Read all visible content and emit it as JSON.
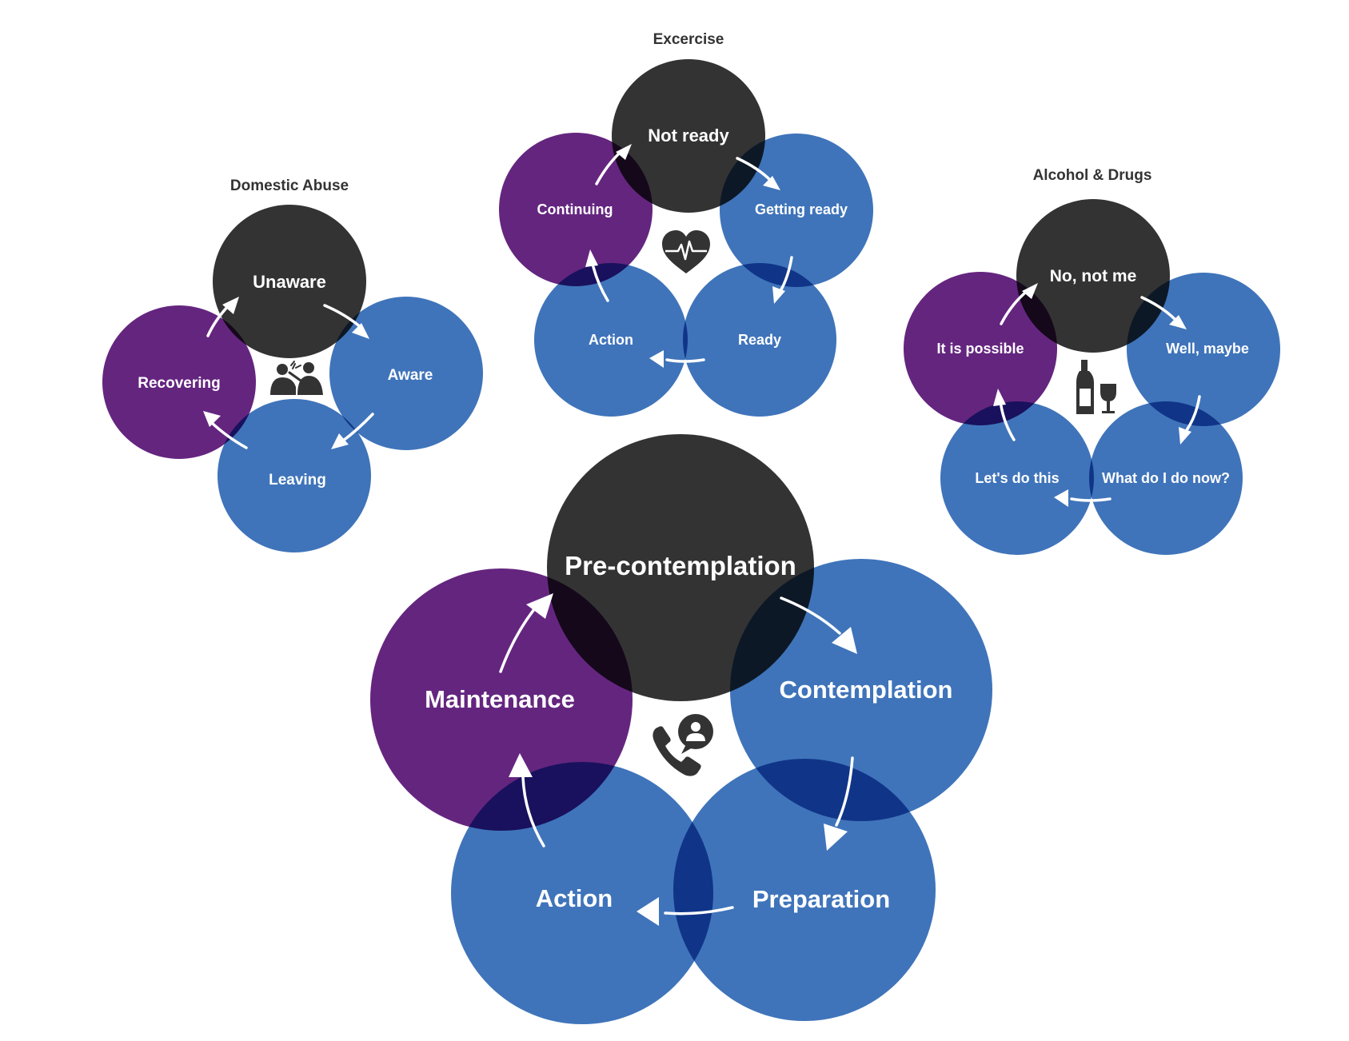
{
  "colors": {
    "precontemplation": "#333333",
    "maintenance": "#64257f",
    "stage": "#3f74ba",
    "icon": "#333333",
    "arrow": "#ffffff"
  },
  "cycles": [
    {
      "id": "domestic-abuse",
      "title": "Domestic Abuse",
      "icon": "argument-people-icon",
      "stages": [
        "Unaware",
        "Aware",
        "Leaving",
        "Recovering"
      ]
    },
    {
      "id": "exercise",
      "title": "Excercise",
      "icon": "heartbeat-icon",
      "stages": [
        "Not ready",
        "Getting ready",
        "Ready",
        "Action",
        "Continuing"
      ]
    },
    {
      "id": "alcohol-drugs",
      "title": "Alcohol & Drugs",
      "icon": "bottle-and-glass-icon",
      "stages": [
        "No, not me",
        "Well, maybe",
        "What do I do now?",
        "Let's do this",
        "It is possible"
      ]
    },
    {
      "id": "change-model",
      "title": "",
      "icon": "phone-support-icon",
      "stages": [
        "Pre-contemplation",
        "Contemplation",
        "Preparation",
        "Action",
        "Maintenance"
      ]
    }
  ]
}
